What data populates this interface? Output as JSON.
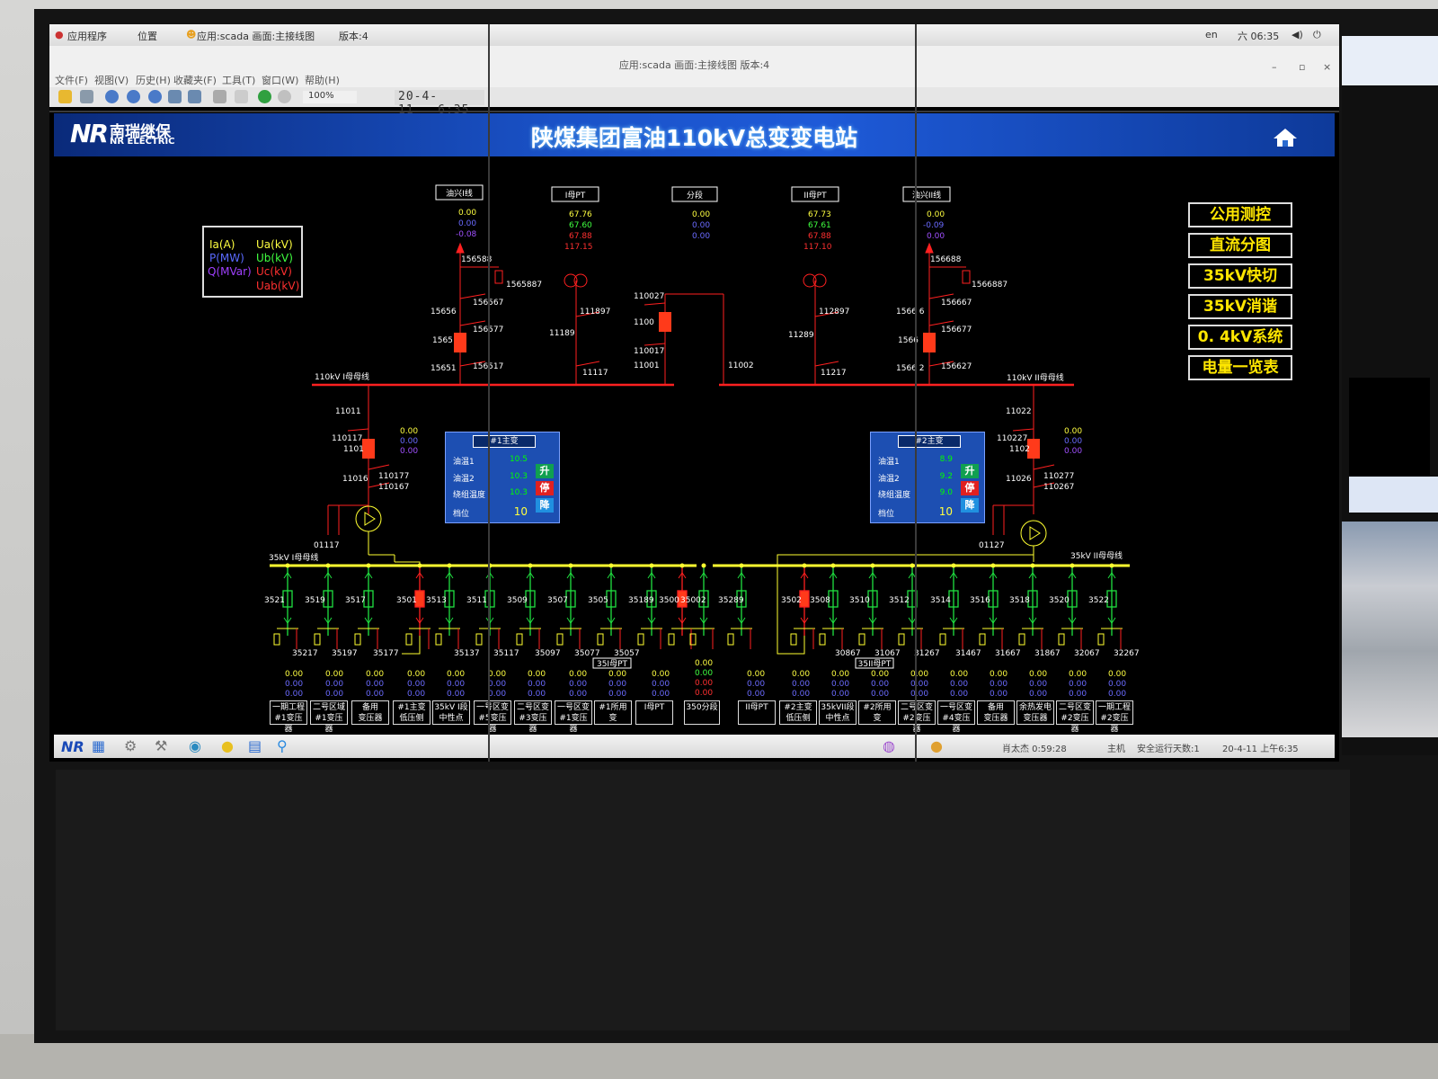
{
  "menu_top": {
    "apps": "应用程序",
    "places": "位置",
    "app_info": "应用:scada 画面:主接线图",
    "version": "版本:4",
    "lang": "en",
    "clock": "六 06:35"
  },
  "window_title": "应用:scada  画面:主接线图    版本:4",
  "menubar": [
    "文件(F)",
    "视图(V)",
    "历史(H)",
    "收藏夹(F)",
    "工具(T)",
    "窗口(W)",
    "帮助(H)"
  ],
  "toolbar": {
    "zoom": "100%",
    "date": "20-4-11",
    "time": "6:35"
  },
  "banner": {
    "logo_mark": "NR",
    "logo_cn": "南瑞继保",
    "logo_en": "NR ELECTRIC",
    "title": "陕煤集团富油110kV总变变电站"
  },
  "legend": {
    "ia": "Ia(A)",
    "p": "P(MW)",
    "q": "Q(MVar)",
    "ua": "Ua(kV)",
    "ub": "Ub(kV)",
    "uc": "Uc(kV)",
    "uab": "Uab(kV)"
  },
  "right_buttons": [
    "公用测控",
    "直流分图",
    "35kV快切",
    "35kV消谐",
    "0. 4kV系统",
    "电量一览表"
  ],
  "top_boxes": {
    "line1": "油兴I线",
    "pt1": "I母PT",
    "sec": "分段",
    "pt2": "II母PT",
    "line2": "油兴II线"
  },
  "top_values": {
    "line1": [
      "0.00",
      "0.00",
      "-0.08"
    ],
    "pt1": [
      "67.76",
      "67.60",
      "67.88",
      "117.15"
    ],
    "sec": [
      "0.00",
      "0.00",
      "0.00"
    ],
    "pt2": [
      "67.73",
      "67.61",
      "67.88",
      "117.10"
    ],
    "line2": [
      "0.00",
      "-0.09",
      "0.00"
    ]
  },
  "labels_110": {
    "bus1": "110kV I母母线",
    "bus2": "110kV II母母线",
    "l1": [
      "156588",
      "1565887",
      "15656",
      "156567",
      "1565",
      "156577",
      "15651",
      "156517"
    ],
    "p1": [
      "111897",
      "11189",
      "11117"
    ],
    "sc": [
      "110027",
      "1100",
      "110017",
      "11001",
      "11002"
    ],
    "p2": [
      "112897",
      "11289",
      "11217"
    ],
    "l2": [
      "156688",
      "1566887",
      "1566 6",
      "156667",
      "1566",
      "156677",
      "1566 2",
      "156627"
    ]
  },
  "tx1": {
    "title": "#1主变",
    "r1": "油温1",
    "v1": "10.5",
    "r2": "油温2",
    "v2": "10.3",
    "r3": "绕组温度",
    "v3": "10.3",
    "r4": "档位",
    "v4": "10",
    "up": "升",
    "stop": "停",
    "down": "降",
    "labels": [
      "11011",
      "110117",
      "1101",
      "11016",
      "110177",
      "110167",
      "01117"
    ],
    "vals": [
      "0.00",
      "0.00",
      "0.00"
    ]
  },
  "tx2": {
    "title": "#2主变",
    "r1": "油温1",
    "v1": "8.9",
    "r2": "油温2",
    "v2": "9.2",
    "r3": "绕组温度",
    "v3": "9.0",
    "r4": "档位",
    "v4": "10",
    "up": "升",
    "stop": "停",
    "down": "降",
    "labels": [
      "11022",
      "110227",
      "1102",
      "11026",
      "110277",
      "110267",
      "01127"
    ],
    "vals": [
      "0.00",
      "0.00",
      "0.00"
    ]
  },
  "bus35": {
    "left": "35kV I母母线",
    "right": "35kV II母母线"
  },
  "feeders_left": [
    "3521",
    "3519",
    "3517",
    "3501",
    "3513",
    "3511",
    "3509",
    "3507",
    "3505",
    "35189",
    "3500",
    "35002"
  ],
  "feeders_right": [
    "35289",
    "3502",
    "3508",
    "3510",
    "3512",
    "3514",
    "3516",
    "3518",
    "3520",
    "3522"
  ],
  "sub_labels": [
    "35217",
    "35197",
    "35177",
    "35137",
    "35117",
    "35097",
    "35077",
    "35057",
    "30867",
    "31067",
    "31267",
    "31467",
    "31667",
    "31867",
    "32067",
    "32267"
  ],
  "pt_tags": {
    "left": "35I母PT",
    "right": "35II母PT"
  },
  "bottom_values": [
    "0.00",
    "0.00",
    "0.00"
  ],
  "bottom_left": [
    "一期工程\n#1变压器",
    "二号区域\n#1变压器",
    "备用\n变压器",
    "#1主变\n低压侧",
    "35kV I段\n中性点",
    "一号区变\n#5变压器",
    "二号区变\n#3变压器",
    "一号区变\n#1变压器",
    "#1所用变",
    "I母PT",
    "350分段"
  ],
  "bottom_right": [
    "II母PT",
    "#2主变\n低压侧",
    "35kVII段\n中性点",
    "#2所用变",
    "二号区变\n#2变压器",
    "一号区变\n#4变压器",
    "备用\n变压器",
    "余热发电\n变压器",
    "二号区变\n#2变压器",
    "一期工程\n#2变压器"
  ],
  "taskbar": {
    "user": "肖太杰 0:59:28",
    "host": "主机",
    "safe": "安全运行天数:1",
    "datetime": "20-4-11 上午6:35"
  },
  "colors": {
    "bus110": "#ff2020",
    "bus35": "#ffff30",
    "breaker": "#ff3a1a",
    "green": "#20e040",
    "accent": "#1e5ad8"
  }
}
